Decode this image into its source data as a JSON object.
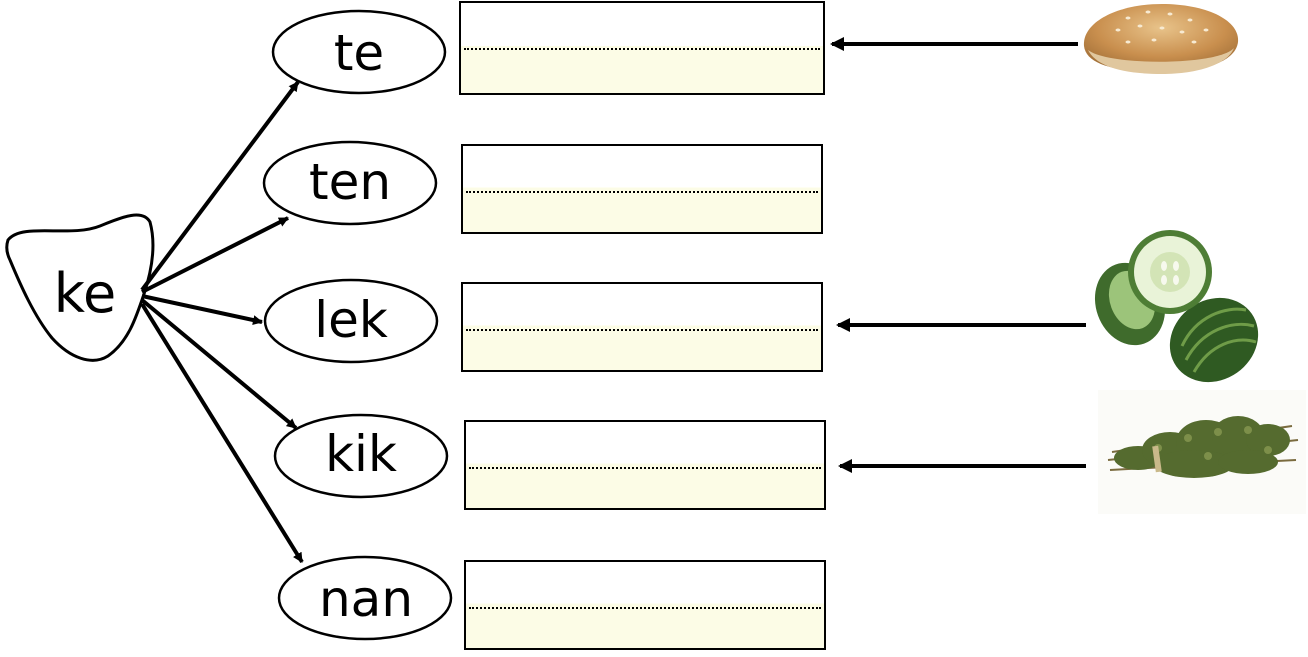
{
  "worksheet": {
    "root": "ke",
    "syllables": [
      "te",
      "ten",
      "lek",
      "kik",
      "nan"
    ],
    "pictures": [
      {
        "icon": "bread-bun-icon",
        "row": 1
      },
      {
        "icon": "cucumber-icon",
        "row": 3
      },
      {
        "icon": "thyme-bundle-icon",
        "row": 4
      }
    ]
  },
  "colors": {
    "ink": "#000000",
    "box_bottom": "#fcfce6"
  }
}
